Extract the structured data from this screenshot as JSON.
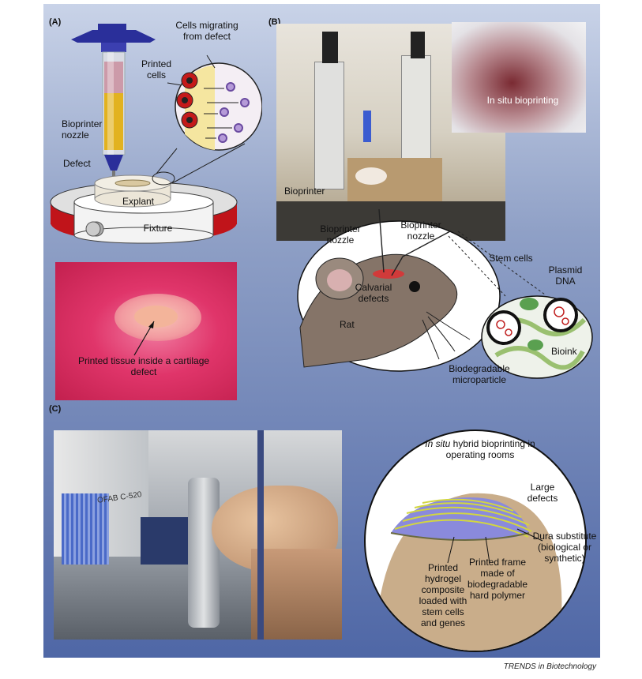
{
  "figure": {
    "credit": "TRENDS in Biotechnology"
  },
  "panel_a": {
    "letter": "(A)",
    "labels": {
      "cells_migrating": "Cells migrating from defect",
      "printed_cells": "Printed cells",
      "bioprinter_nozzle": "Bioprinter nozzle",
      "defect": "Defect",
      "explant": "Explant",
      "fixture": "Fixture",
      "printed_tissue": "Printed tissue inside a cartilage defect"
    }
  },
  "panel_b": {
    "letter": "(B)",
    "labels": {
      "in_situ_bioprinting": "In situ bioprinting",
      "bioprinter": "Bioprinter",
      "bioprinter_nozzle_1": "Bioprinter nozzle",
      "bioprinter_nozzle_2": "Bioprinter nozzle",
      "stem_cells": "Stem cells",
      "plasmid_dna": "Plasmid DNA",
      "calvarial_defects": "Calvarial defects",
      "rat": "Rat",
      "bioink": "Bioink",
      "biodegradable_microparticle": "Biodegradable microparticle"
    }
  },
  "panel_c": {
    "letter": "(C)",
    "labels": {
      "title_italic": "In situ",
      "title_rest": "hybrid bioprinting in operating rooms",
      "large_defects": "Large defects",
      "dura_substitute": "Dura substitute (biological or synthetic)",
      "printed_frame": "Printed frame made of biodegradable hard polymer",
      "printed_hydrogel": "Printed hydrogel composite loaded with stem cells and genes",
      "machine_text": "OFAB C-520"
    }
  }
}
